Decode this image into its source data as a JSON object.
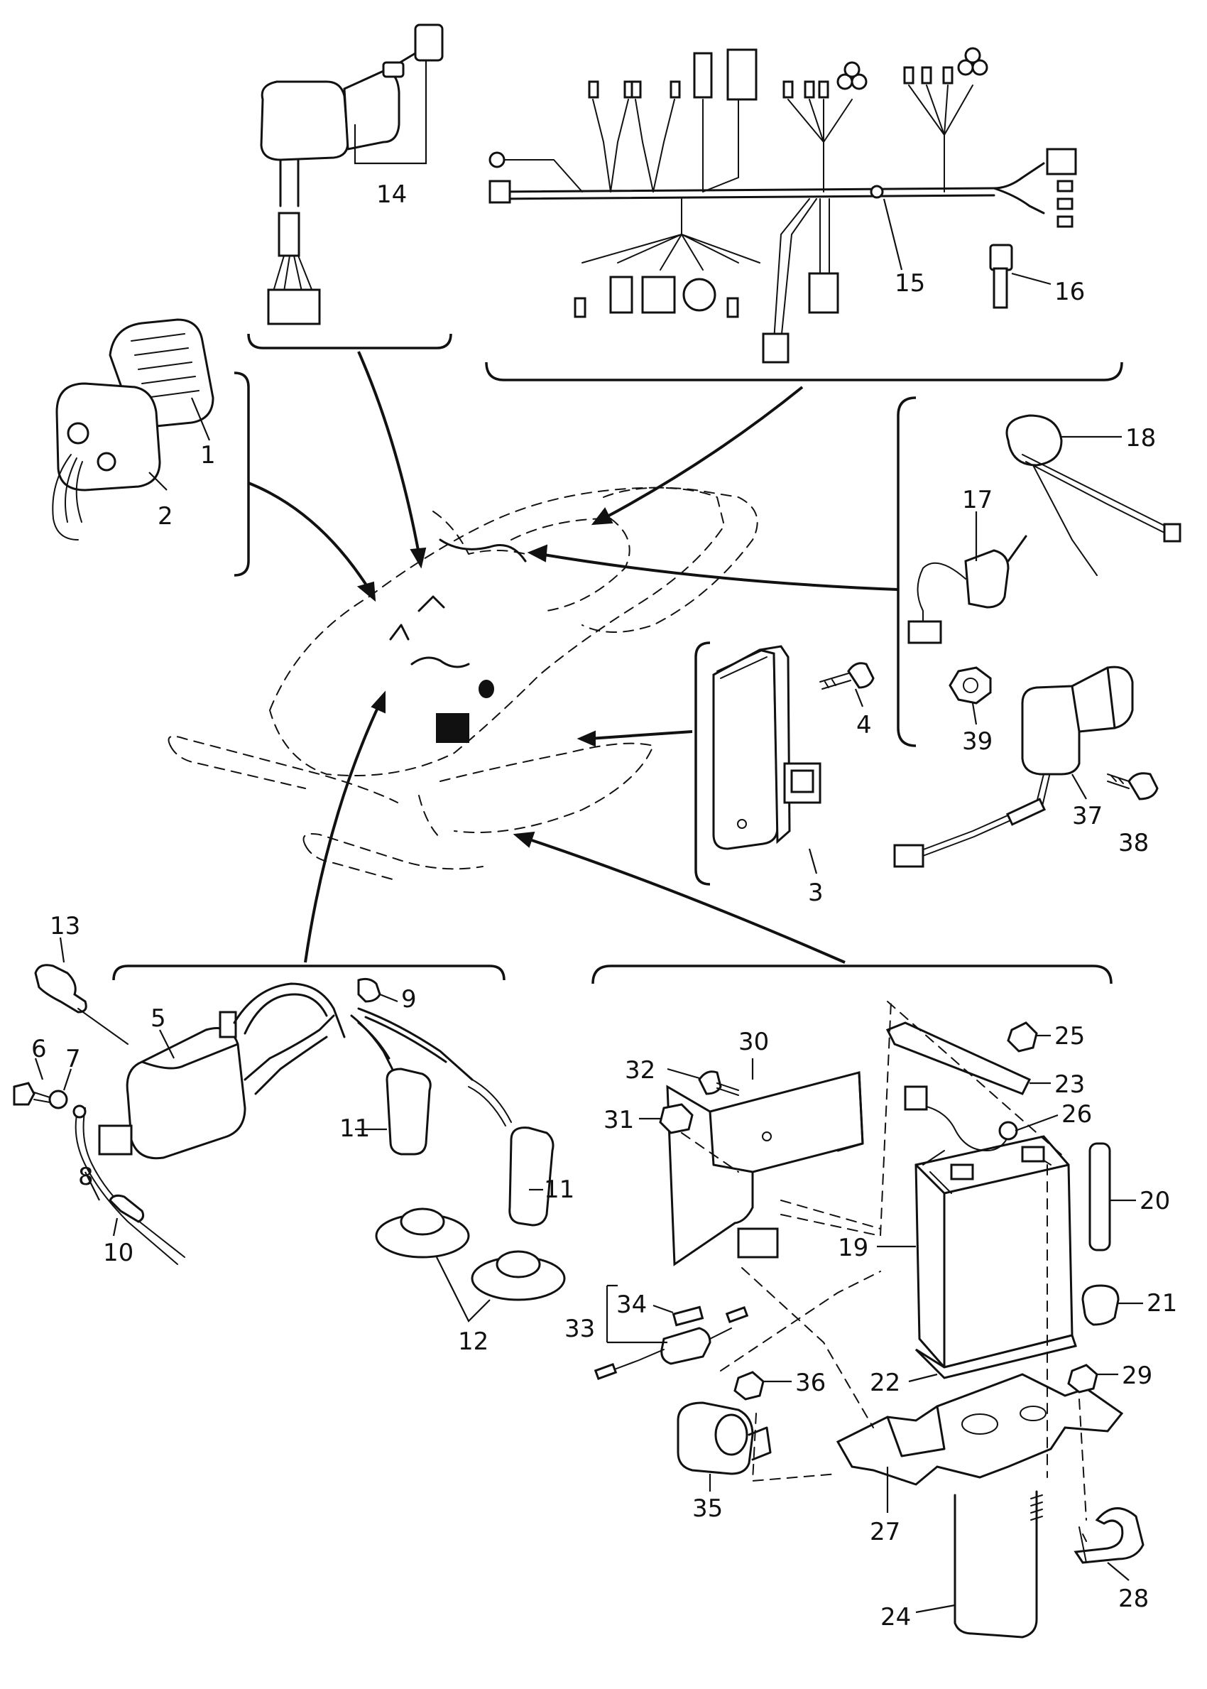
{
  "callouts": [
    {
      "id": "1",
      "label": "1"
    },
    {
      "id": "2",
      "label": "2"
    },
    {
      "id": "3",
      "label": "3"
    },
    {
      "id": "4",
      "label": "4"
    },
    {
      "id": "5",
      "label": "5"
    },
    {
      "id": "6",
      "label": "6"
    },
    {
      "id": "7",
      "label": "7"
    },
    {
      "id": "8",
      "label": "8"
    },
    {
      "id": "9",
      "label": "9"
    },
    {
      "id": "10",
      "label": "10"
    },
    {
      "id": "11a",
      "label": "11"
    },
    {
      "id": "11b",
      "label": "11"
    },
    {
      "id": "12",
      "label": "12"
    },
    {
      "id": "13",
      "label": "13"
    },
    {
      "id": "14",
      "label": "14"
    },
    {
      "id": "15",
      "label": "15"
    },
    {
      "id": "16",
      "label": "16"
    },
    {
      "id": "17",
      "label": "17"
    },
    {
      "id": "18",
      "label": "18"
    },
    {
      "id": "19",
      "label": "19"
    },
    {
      "id": "20",
      "label": "20"
    },
    {
      "id": "21",
      "label": "21"
    },
    {
      "id": "22",
      "label": "22"
    },
    {
      "id": "23",
      "label": "23"
    },
    {
      "id": "24",
      "label": "24"
    },
    {
      "id": "25",
      "label": "25"
    },
    {
      "id": "26",
      "label": "26"
    },
    {
      "id": "27",
      "label": "27"
    },
    {
      "id": "28",
      "label": "28"
    },
    {
      "id": "29",
      "label": "29"
    },
    {
      "id": "30",
      "label": "30"
    },
    {
      "id": "31",
      "label": "31"
    },
    {
      "id": "32",
      "label": "32"
    },
    {
      "id": "33",
      "label": "33"
    },
    {
      "id": "34",
      "label": "34"
    },
    {
      "id": "35",
      "label": "35"
    },
    {
      "id": "36",
      "label": "36"
    },
    {
      "id": "37",
      "label": "37"
    },
    {
      "id": "38",
      "label": "38"
    },
    {
      "id": "39",
      "label": "39"
    }
  ]
}
